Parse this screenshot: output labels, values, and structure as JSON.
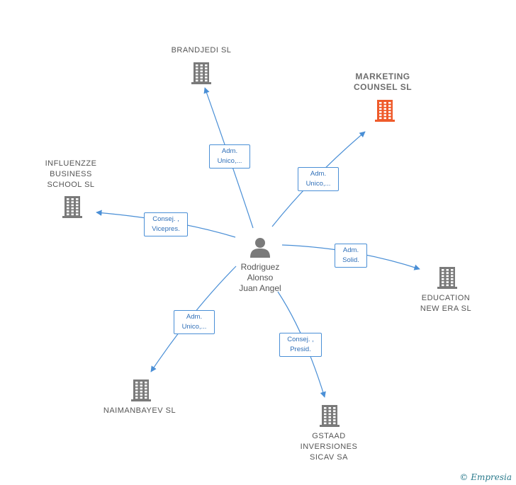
{
  "person": {
    "name": "Rodriguez\nAlonso\nJuan Angel",
    "icon": "person-icon"
  },
  "companies": [
    {
      "id": "brandjedi",
      "label": "BRANDJEDI  SL",
      "color": "#7a7a7a",
      "highlight": false
    },
    {
      "id": "marketing",
      "label": "MARKETING\nCOUNSEL  SL",
      "color": "#ef5b2b",
      "highlight": true
    },
    {
      "id": "influenzze",
      "label": "INFLUENZZE\nBUSINESS\nSCHOOL  SL",
      "color": "#7a7a7a",
      "highlight": false
    },
    {
      "id": "education",
      "label": "EDUCATION\nNEW ERA  SL",
      "color": "#7a7a7a",
      "highlight": false
    },
    {
      "id": "naimanbayev",
      "label": "NAIMANBAYEV SL",
      "color": "#7a7a7a",
      "highlight": false
    },
    {
      "id": "gstaad",
      "label": "GSTAAD\nINVERSIONES\nSICAV SA",
      "color": "#7a7a7a",
      "highlight": false
    }
  ],
  "relations": [
    {
      "target": "brandjedi",
      "label": "Adm.\nUnico,..."
    },
    {
      "target": "marketing",
      "label": "Adm.\nUnico,..."
    },
    {
      "target": "influenzze",
      "label": "Consej. ,\nVicepres."
    },
    {
      "target": "education",
      "label": "Adm.\nSolid."
    },
    {
      "target": "naimanbayev",
      "label": "Adm.\nUnico,..."
    },
    {
      "target": "gstaad",
      "label": "Consej. ,\nPresid."
    }
  ],
  "colors": {
    "edge": "#4a8fd6",
    "building": "#7a7a7a",
    "highlight": "#ef5b2b",
    "person": "#7a7a7a"
  },
  "footer": {
    "copyright": "©",
    "brand": "Empresia"
  }
}
